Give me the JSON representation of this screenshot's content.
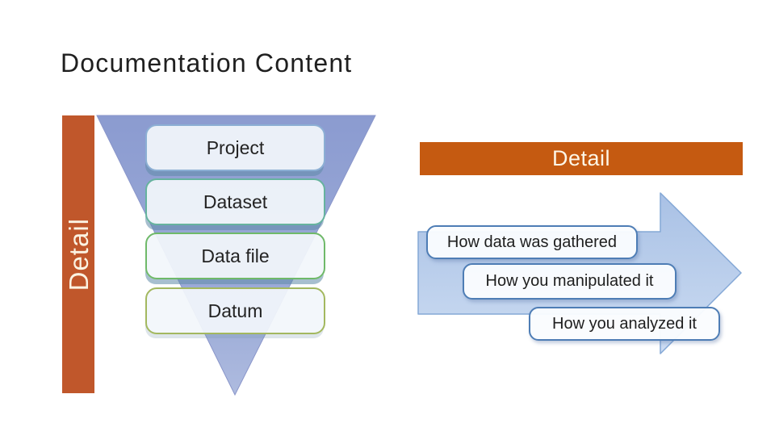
{
  "slide": {
    "title": "Documentation Content"
  },
  "funnel": {
    "side_label": "Detail",
    "levels": [
      {
        "label": "Project",
        "border_color": "#8CAFD4"
      },
      {
        "label": "Dataset",
        "border_color": "#66B39E"
      },
      {
        "label": "Data file",
        "border_color": "#6FB969"
      },
      {
        "label": "Datum",
        "border_color": "#A3B85F"
      }
    ]
  },
  "detail_panel": {
    "header": "Detail",
    "items": [
      {
        "label": "How data was gathered"
      },
      {
        "label": "How you manipulated it"
      },
      {
        "label": "How you analyzed it"
      }
    ]
  },
  "palette": {
    "orange_bar": "#C0572B",
    "orange_banner": "#C55A11",
    "funnel_triangle_top": "#8B9BD0",
    "funnel_triangle_bottom": "#AEBBDF",
    "arrow_fill_top": "#A9C1E5",
    "arrow_fill_bottom": "#CCDCF2",
    "arrow_border": "#84A8D6",
    "detail_box_border": "#4E7DB5",
    "title_text": "#1F1F1F",
    "banner_text": "#FDF6E7",
    "bar_text": "#FBF3E2"
  }
}
